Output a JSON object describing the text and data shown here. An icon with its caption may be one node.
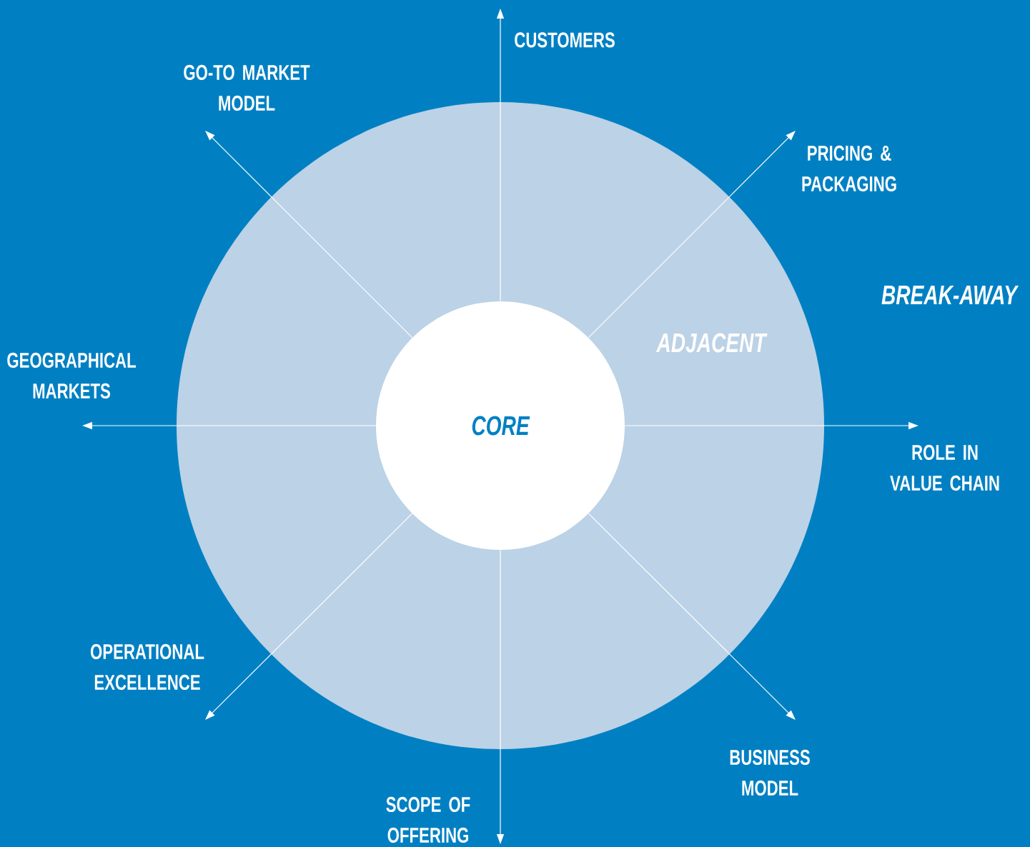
{
  "diagram": {
    "nodes": [
      {
        "text": [
          "ADJACENT"
        ]
      },
      {
        "text": [
          "CORE"
        ],
        "in": 0
      },
      {
        "text": [
          "CUSTOMERS"
        ]
      },
      {
        "text": [
          "GO-TO MARKET MODEL"
        ]
      },
      {
        "text": [
          "PRICING & PACKAGING"
        ]
      },
      {
        "text": [
          "GEOGRAPHICAL MARKETS"
        ]
      },
      {
        "text": [
          "ROLE IN VALUE CHAIN"
        ]
      },
      {
        "text": [
          "OPERATIONAL EXCELLENCE"
        ]
      },
      {
        "text": [
          "BUSINESS MODEL"
        ]
      },
      {
        "text": [
          "SCOPE OF OFFERING"
        ]
      }
    ],
    "edges": [
      {
        "from": 1,
        "to": 2,
        "arrow": "to"
      },
      {
        "from": 1,
        "to": 4,
        "arrow": "to"
      },
      {
        "from": 1,
        "to": 6,
        "arrow": "to"
      },
      {
        "from": 1,
        "to": 8,
        "arrow": "to"
      },
      {
        "from": 1,
        "to": 9,
        "arrow": "to"
      },
      {
        "from": 1,
        "to": 7,
        "arrow": "to"
      },
      {
        "from": 1,
        "to": 5,
        "arrow": "to"
      },
      {
        "from": 1,
        "to": 3,
        "arrow": "to"
      }
    ],
    "labels": [
      "BREAK-AWAY"
    ]
  }
}
